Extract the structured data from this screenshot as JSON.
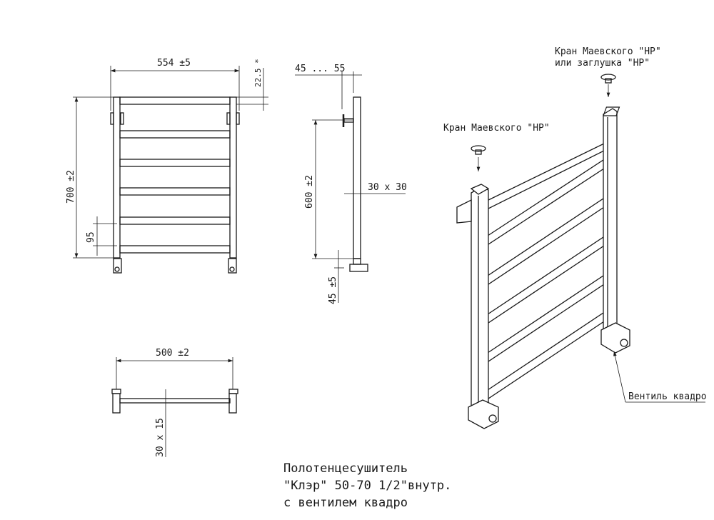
{
  "front_view": {
    "width_dim": "554  ±5",
    "height_dim": "700  ±2",
    "rail_pitch_dim": "95",
    "top_offset_dim": "22.5 *"
  },
  "side_view": {
    "wall_distance_dim": "45  ... 55",
    "center_distance_dim": "600  ±2",
    "profile_dim": "30 x 30",
    "bottom_dim": "45  ±5"
  },
  "top_view": {
    "width_dim": "500  ±2",
    "profile_dim": "30 x 15"
  },
  "iso_view": {
    "label_valve_top_right": [
      "Кран Маевского \"НР\"",
      "или заглушка \"НР\""
    ],
    "label_valve_left": "Кран Маевского \"НР\"",
    "label_valve_bottom": "Вентиль квадро"
  },
  "title_block": {
    "line1": "Полотенцесушитель",
    "line2": "\"Клэр\" 50-70  1/2\"внутр.",
    "line3": "с вентилем квадро"
  }
}
